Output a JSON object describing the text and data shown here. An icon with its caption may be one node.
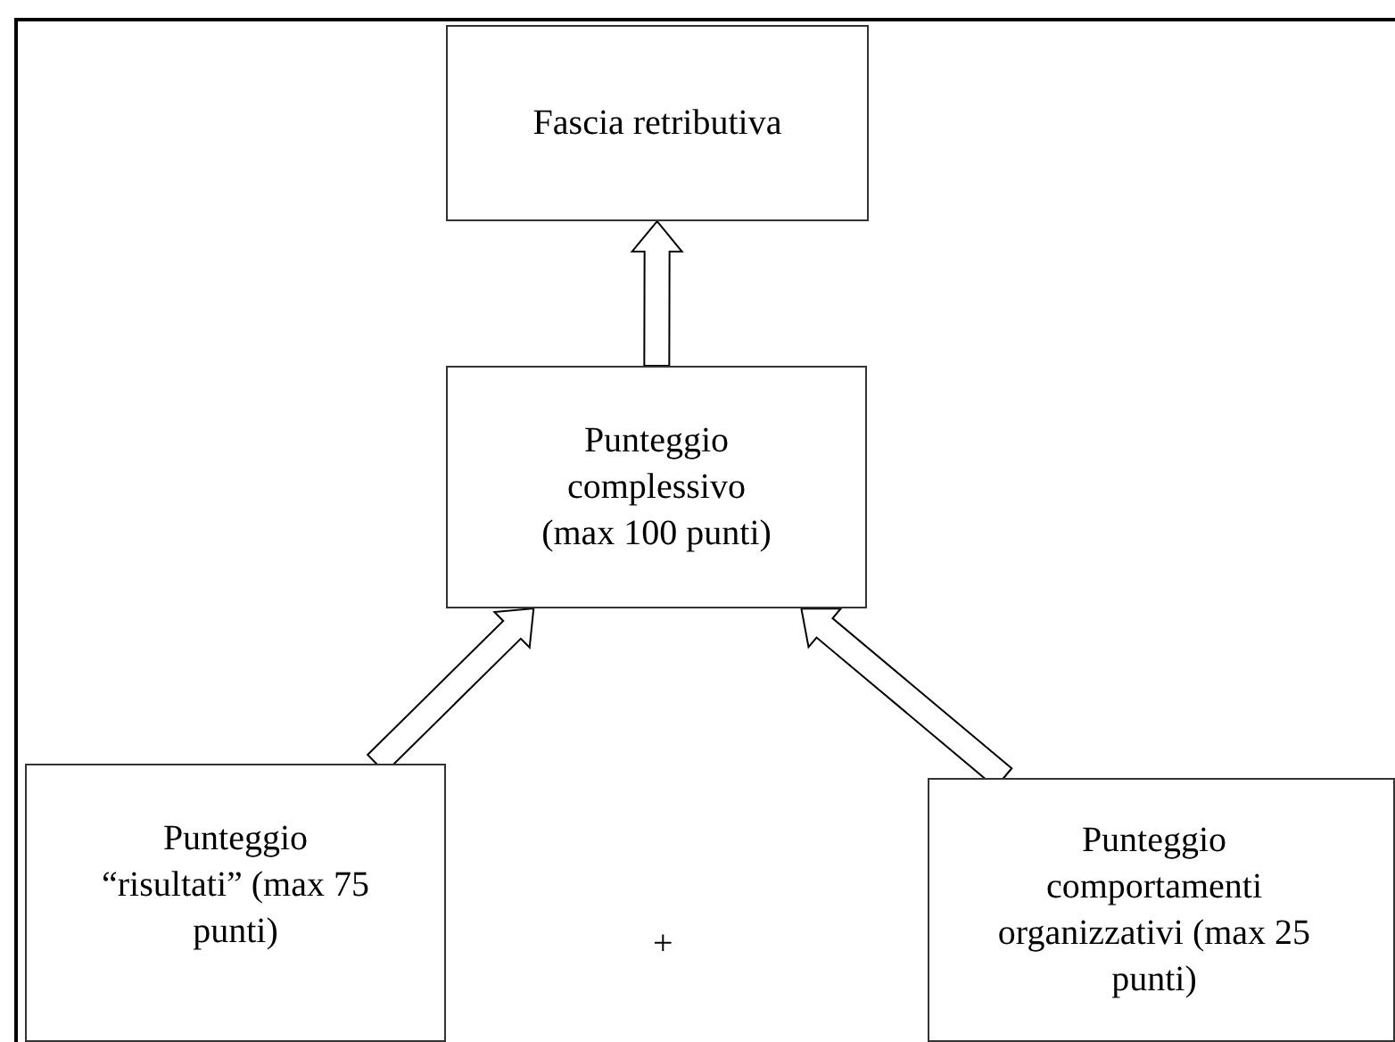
{
  "diagram": {
    "nodes": [
      {
        "text": [
          "Fascia retributiva"
        ]
      },
      {
        "text": [
          "Punteggio complessivo (max 100 punti)"
        ]
      },
      {
        "text": [
          "Punteggio “risultati” (max 75 punti)"
        ]
      },
      {
        "text": [
          "Punteggio comportamenti organizzativi (max 25 punti)"
        ]
      }
    ],
    "edges": [
      {
        "from": 1,
        "to": 0,
        "arrow": "to"
      },
      {
        "from": 2,
        "to": 1,
        "arrow": "to"
      },
      {
        "from": 3,
        "to": 1,
        "arrow": "to"
      }
    ],
    "labels": [
      "+"
    ]
  }
}
